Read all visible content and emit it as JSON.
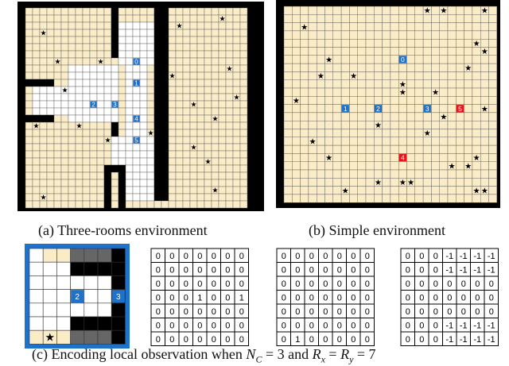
{
  "captions": {
    "a": "(a) Three-rooms environment",
    "b": "(b) Simple environment",
    "c": "(c) Encoding local observation when N_C = 3 and R_x = R_y = 7"
  },
  "colors": {
    "floor": "#fbecc8",
    "wall": "#000000",
    "corridor": "#ffffff",
    "agent_blue": "#1f72c9",
    "agent_red": "#e8141c",
    "border_blue": "#1f72c9",
    "dark_gray": "#666666"
  },
  "env_a": {
    "agents": [
      "0",
      "1",
      "2",
      "3",
      "4",
      "5"
    ]
  },
  "env_b": {
    "agents": [
      "0",
      "1",
      "2",
      "3",
      "4",
      "5"
    ]
  },
  "local_view": {
    "agents": [
      "2",
      "3"
    ]
  },
  "matrices": [
    {
      "rows": [
        [
          "0",
          "0",
          "0",
          "0",
          "0",
          "0",
          "0"
        ],
        [
          "0",
          "0",
          "0",
          "0",
          "0",
          "0",
          "0"
        ],
        [
          "0",
          "0",
          "0",
          "0",
          "0",
          "0",
          "0"
        ],
        [
          "0",
          "0",
          "0",
          "1",
          "0",
          "0",
          "1"
        ],
        [
          "0",
          "0",
          "0",
          "0",
          "0",
          "0",
          "0"
        ],
        [
          "0",
          "0",
          "0",
          "0",
          "0",
          "0",
          "0"
        ],
        [
          "0",
          "0",
          "0",
          "0",
          "0",
          "0",
          "0"
        ]
      ]
    },
    {
      "rows": [
        [
          "0",
          "0",
          "0",
          "0",
          "0",
          "0",
          "0"
        ],
        [
          "0",
          "0",
          "0",
          "0",
          "0",
          "0",
          "0"
        ],
        [
          "0",
          "0",
          "0",
          "0",
          "0",
          "0",
          "0"
        ],
        [
          "0",
          "0",
          "0",
          "0",
          "0",
          "0",
          "0"
        ],
        [
          "0",
          "0",
          "0",
          "0",
          "0",
          "0",
          "0"
        ],
        [
          "0",
          "0",
          "0",
          "0",
          "0",
          "0",
          "0"
        ],
        [
          "0",
          "1",
          "0",
          "0",
          "0",
          "0",
          "0"
        ]
      ]
    },
    {
      "rows": [
        [
          "0",
          "0",
          "0",
          "-1",
          "-1",
          "-1",
          "-1"
        ],
        [
          "0",
          "0",
          "0",
          "-1",
          "-1",
          "-1",
          "-1"
        ],
        [
          "0",
          "0",
          "0",
          "0",
          "0",
          "0",
          "0"
        ],
        [
          "0",
          "0",
          "0",
          "0",
          "0",
          "0",
          "0"
        ],
        [
          "0",
          "0",
          "0",
          "0",
          "0",
          "0",
          "0"
        ],
        [
          "0",
          "0",
          "0",
          "-1",
          "-1",
          "-1",
          "-1"
        ],
        [
          "0",
          "0",
          "0",
          "-1",
          "-1",
          "-1",
          "-1"
        ]
      ]
    }
  ]
}
